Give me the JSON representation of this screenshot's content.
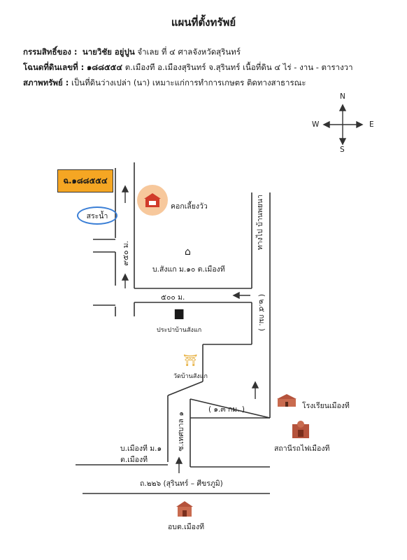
{
  "title": "แผนที่ตั้งทรัพย์",
  "info": {
    "owner_label": "กรรมสิทธิ์ของ :",
    "owner_value": "นายวิชัย อยู่ปูน",
    "owner_extra": "จำเลย ที่ ๔ ศาลจังหวัดสุรินทร์",
    "deed_label": "โฉนดที่ดินเลขที่ :",
    "deed_value": "๑๘๘๕๕๔",
    "deed_extra": "ต.เมืองที อ.เมืองสุรินทร์ จ.สุรินทร์ เนื้อที่ดิน ๔ ไร่ - งาน - ตารางวา",
    "condition_label": "สภาพทรัพย์ :",
    "condition_value": "เป็นที่ดินว่างเปล่า (นา) เหมาะแก่การทำการเกษตร ติดทางสาธารณะ"
  },
  "compass": {
    "n": "N",
    "s": "S",
    "e": "E",
    "w": "W"
  },
  "map": {
    "parcel_label": "ฉ.๑๘๘๕๕๔",
    "pond_label": "สระน้ำ",
    "cowshed_label": "คอกเลี้ยงวัว",
    "village_label": "บ.สังแก ม.๑๐ ต.เมืองที",
    "dist_950": "๙๕๐ ม.",
    "dist_500": "๕๐๐ ม.",
    "to_village_label": "ทางไป บ้านพยนา",
    "dist_2_5km": "( ๒.๕ กม. )",
    "waterworks_label": "ประปาบ้านสังแก",
    "temple_label": "วัดบ้านสังแก",
    "dist_1_3km": "( ๑.๓ กม. )",
    "school_label": "โรงเรียนเมืองที",
    "station_label": "สถานีรถไฟเมืองที",
    "village2_line1": "บ.เมืองที ม.๑",
    "village2_line2": "ต.เมืองที",
    "soi_label": "ซ.เทศบาล ๑",
    "highway_label": "ถ.๒๒๖",
    "highway_route": "(สุรินทร์ – ศีขรภูมิ)",
    "sao_label": "อบต.เมืองที"
  },
  "colors": {
    "parcel": "#f5a623",
    "pond": "#3b7fd6",
    "cow_circle": "#f7c89c",
    "road": "#333333"
  }
}
